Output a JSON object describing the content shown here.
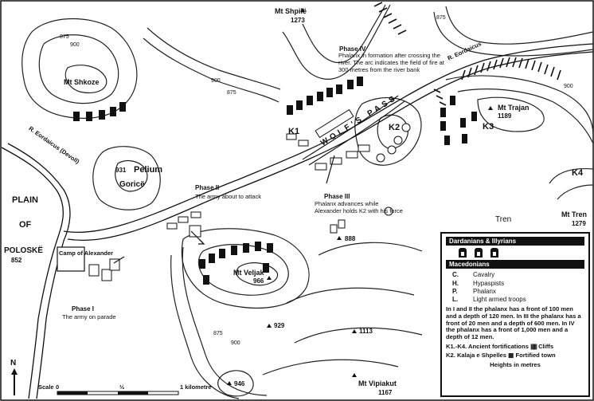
{
  "places": {
    "mt_shpile": "Mt Shpilë",
    "mt_shpile_h": "1273",
    "mt_shkoze": "Mt Shkoze",
    "mt_trajan": "Mt Trajan",
    "mt_trajan_h": "1189",
    "pelium_h": "931",
    "pelium": "Pelium",
    "gorice": "Goricë",
    "plain": "PLAIN",
    "of": "OF",
    "poloske": "POLOSKË",
    "poloske_h": "852",
    "camp": "Camp of Alexander",
    "mt_veljak": "Mt Veljak",
    "mt_veljak_h": "966",
    "tren": "Tren",
    "mt_tren": "Mt Tren",
    "mt_tren_h": "1279",
    "mt_vipiakut": "Mt Vipiakut",
    "mt_vipiakut_h": "1167",
    "pass": "WOLF'S PASS",
    "river_a": "R. Eordaicus (Devoll)",
    "river_b": "R. Eordaicus",
    "h888": "888",
    "h929": "929",
    "h1113": "1113",
    "h946": "946",
    "c875a": "875",
    "c900a": "900",
    "c900b": "900",
    "c875b": "875",
    "c900c": "900",
    "c875c": "875",
    "c900d": "900",
    "c875d": "875"
  },
  "forts": {
    "k1": "K1",
    "k2": "K2",
    "k3": "K3",
    "k4": "K4"
  },
  "phases": {
    "p1_title": "Phase I",
    "p1_text": "The army on parade",
    "p2_title": "Phase II",
    "p2_text": "The army about to attack",
    "p3_title": "Phase III",
    "p3_text": "Phalanx advances while Alexander holds K2 with his force",
    "p4_title": "Phase IV",
    "p4_text": "Phalanx in formation after crossing the river. The arc indicates the field of fire at 300 metres from the river bank"
  },
  "scale": {
    "label": "Scale",
    "zero": "0",
    "half": "½",
    "one": "1 kilometre"
  },
  "north": "N",
  "legend": {
    "dardanians": "Dardanians & Illyrians",
    "macedonians": "Macedonians",
    "items": [
      {
        "key": "C.",
        "label": "Cavalry"
      },
      {
        "key": "H.",
        "label": "Hypaspists"
      },
      {
        "key": "P.",
        "label": "Phalanx"
      },
      {
        "key": "L.",
        "label": "Light armed troops"
      }
    ],
    "note": "In I and II the phalanx has a front of 100 men and a depth of 120 men. In III the phalanx has a front of 20 men and a depth of 600 men. In IV the phalanx has a front of 1,000 men and a depth of 12 men.",
    "fort_line": "K1.-K4. Ancient fortifications",
    "cliffs": "Cliffs",
    "k2_line": "K2.",
    "k2_place": "Kalaja e Shpelles",
    "fortified": "Fortified town",
    "heights": "Heights in metres"
  }
}
